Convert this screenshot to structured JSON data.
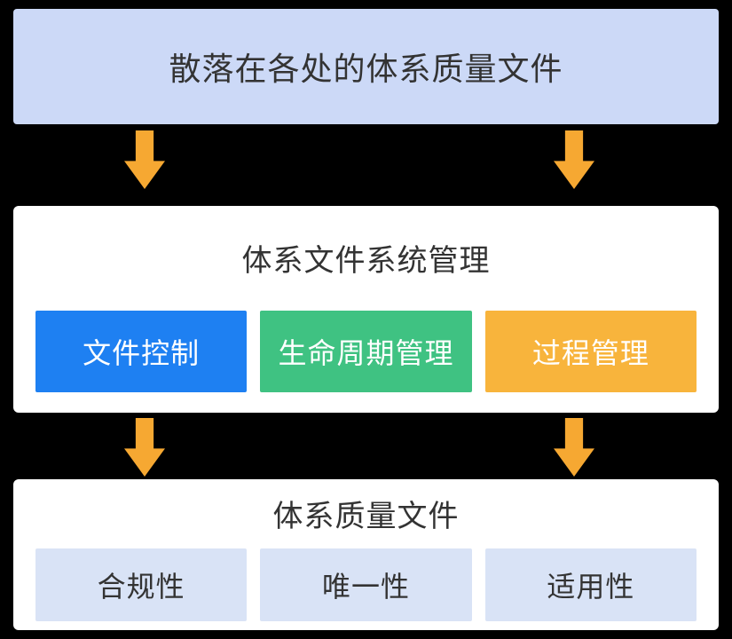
{
  "diagram": {
    "top_banner": {
      "label": "散落在各处的体系质量文件"
    },
    "middle_card": {
      "title": "体系文件系统管理",
      "items": [
        {
          "label": "文件控制",
          "color": "#1e80f2"
        },
        {
          "label": "生命周期管理",
          "color": "#3fc282"
        },
        {
          "label": "过程管理",
          "color": "#f8b43c"
        }
      ]
    },
    "bottom_card": {
      "title": "体系质量文件",
      "items": [
        {
          "label": "合规性"
        },
        {
          "label": "唯一性"
        },
        {
          "label": "适用性"
        }
      ]
    },
    "icons": {
      "arrow": "down-arrow"
    },
    "colors": {
      "background": "#000000",
      "top_banner_bg": "#ccd9f7",
      "card_bg": "#ffffff",
      "arrow": "#f6a832",
      "light_item_bg": "#d9e3f6",
      "text_dark": "#333333",
      "text_light": "#ffffff"
    }
  }
}
